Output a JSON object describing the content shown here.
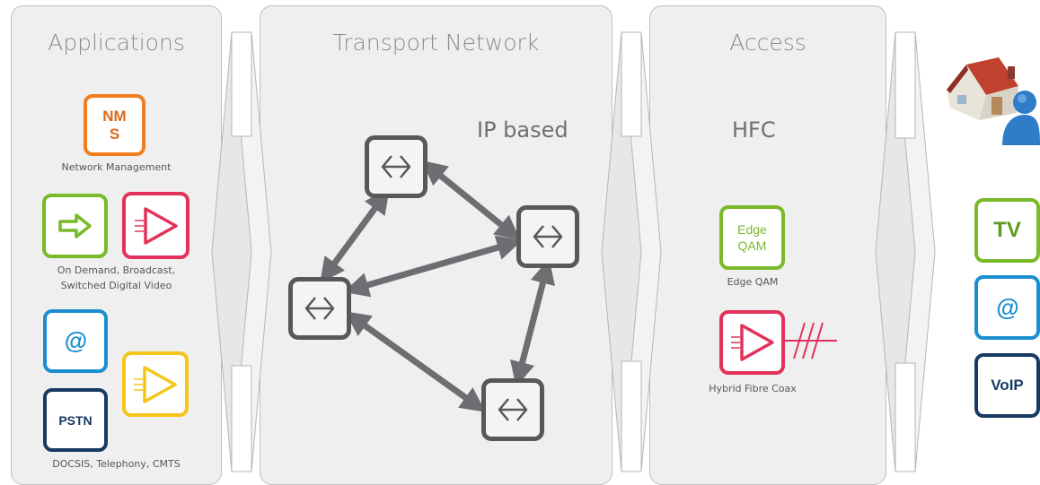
{
  "colors": {
    "orange": "#f07e1f",
    "green": "#7ab929",
    "red": "#e2325b",
    "blue": "#1b8ed0",
    "yellow": "#f4c51a",
    "navy": "#173a63",
    "dark_gray": "#58585b"
  },
  "applications": {
    "title": "Applications",
    "nms_label": "NM S",
    "nms_caption": "Network Management",
    "video_caption": "On Demand, Broadcast,\nSwitched Digital Video",
    "at_symbol": "@",
    "pstn_label": "PSTN",
    "docsis_caption": "DOCSIS, Telephony, CMTS"
  },
  "transport": {
    "title": "Transport Network",
    "subtitle": "IP based"
  },
  "access": {
    "title": "Access",
    "subtitle": "HFC",
    "edge_qam_label": "Edge QAM",
    "edge_qam_caption": "Edge QAM",
    "hfc_caption": "Hybrid Fibre Coax"
  },
  "home": {
    "tv_label": "TV",
    "at_symbol": "@",
    "voip_label": "VoIP"
  },
  "icons": [
    "arrow-icon",
    "amplifier-icon",
    "router-icon",
    "house-icon",
    "user-icon",
    "coax-cable-icon"
  ]
}
